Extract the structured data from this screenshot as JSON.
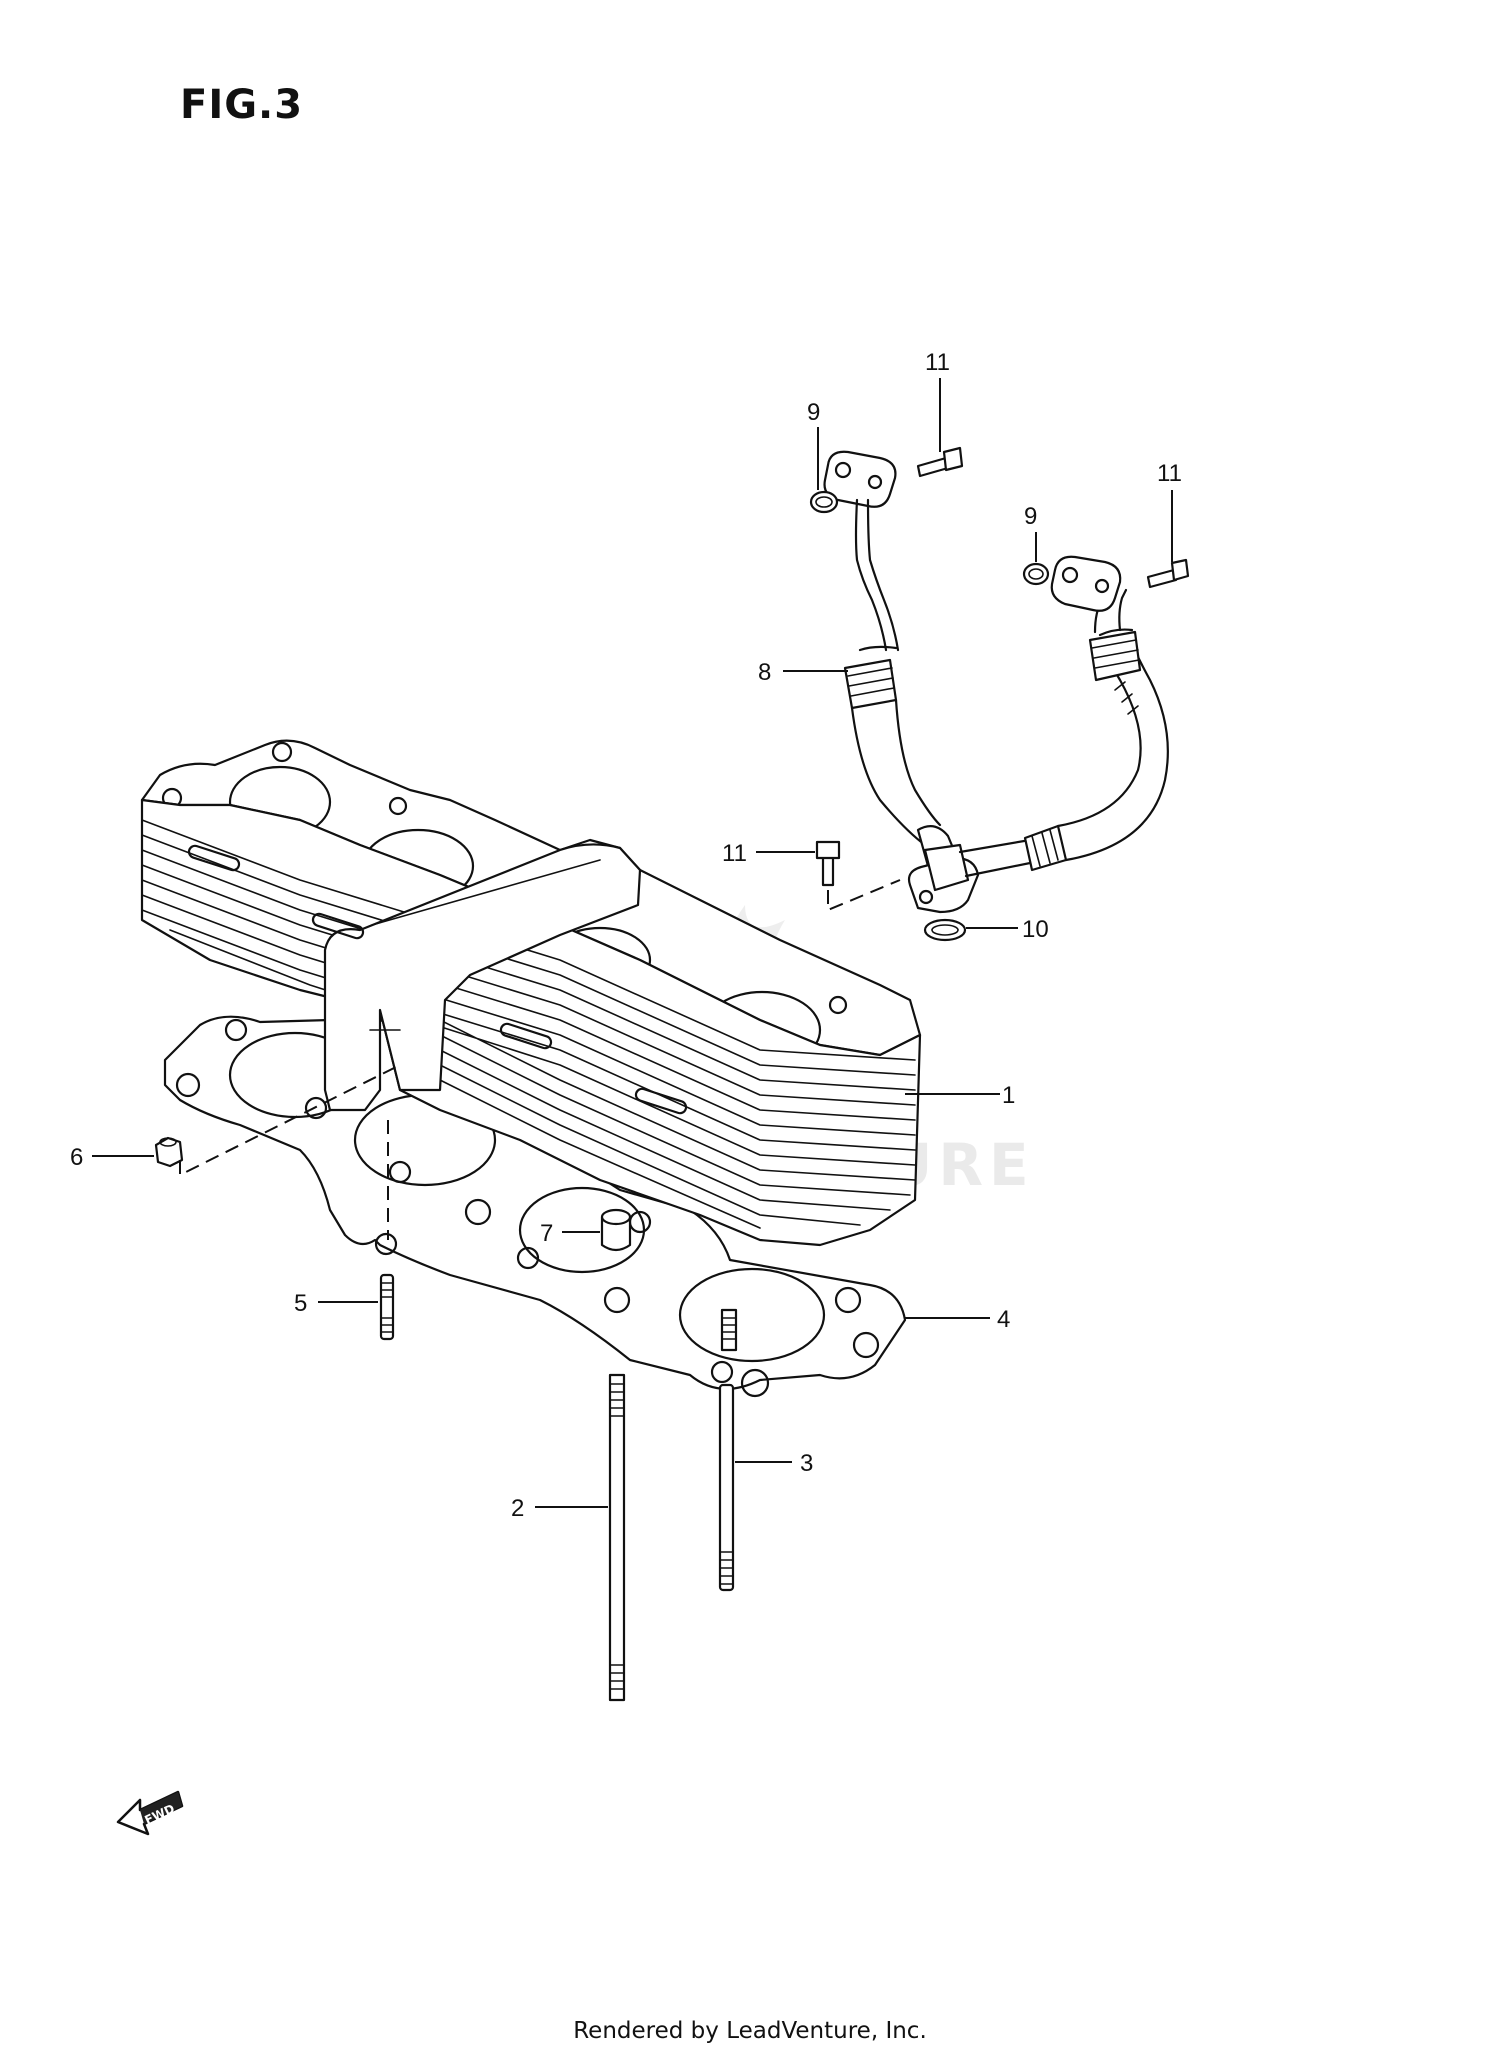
{
  "figure_title": "FIG.3",
  "watermark": "LEADVENTURE",
  "fwd_label": "FWD",
  "footer": "Rendered by LeadVenture, Inc.",
  "callouts": {
    "c1": "1",
    "c2": "2",
    "c3": "3",
    "c4": "4",
    "c5": "5",
    "c6": "6",
    "c7": "7",
    "c8": "8",
    "c9a": "9",
    "c9b": "9",
    "c10": "10",
    "c11a": "11",
    "c11b": "11",
    "c11c": "11"
  }
}
